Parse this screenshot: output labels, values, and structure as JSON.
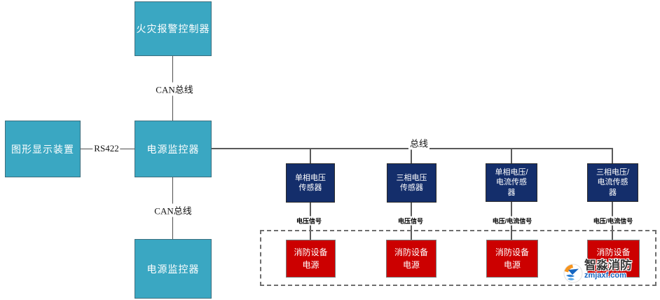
{
  "colors": {
    "box_cyan": "#3AA7C2",
    "box_navy": "#142E6B",
    "box_red": "#CC0000",
    "line": "#4d4d4d",
    "dashed_border": "#6e6e6e",
    "watermark_blue": "#1565c0",
    "watermark_orange": "#f7941d"
  },
  "boxes": {
    "fire_alarm_controller": {
      "label": "火灾报警控制器"
    },
    "graphic_display_device": {
      "label": "图形显示装置"
    },
    "power_monitor_top": {
      "label": "电源监控器"
    },
    "power_monitor_bottom": {
      "label": "电源监控器"
    },
    "sensors": [
      {
        "lines": [
          "单相电压",
          "传感器"
        ]
      },
      {
        "lines": [
          "三相电压",
          "传感器"
        ]
      },
      {
        "lines": [
          "单相电压/",
          "电流传感",
          "器"
        ]
      },
      {
        "lines": [
          "三相电压/",
          "电流传感",
          "器"
        ]
      }
    ],
    "fire_power_units": [
      {
        "lines": [
          "消防设备",
          "电源"
        ]
      },
      {
        "lines": [
          "消防设备",
          "电源"
        ]
      },
      {
        "lines": [
          "消防设备",
          "电源"
        ]
      },
      {
        "lines": [
          "消防设备",
          "电源"
        ]
      }
    ]
  },
  "connector_labels": {
    "can_bus_top": "CAN总线",
    "rs422": "RS422",
    "can_bus_bottom": "CAN总线",
    "main_bus": "总线",
    "signals": [
      "电压信号",
      "电压信号",
      "电压/电流信号",
      "电压/电流信号"
    ]
  },
  "watermark": {
    "name": "智淼消防",
    "domain": "zmjaxf.com"
  }
}
